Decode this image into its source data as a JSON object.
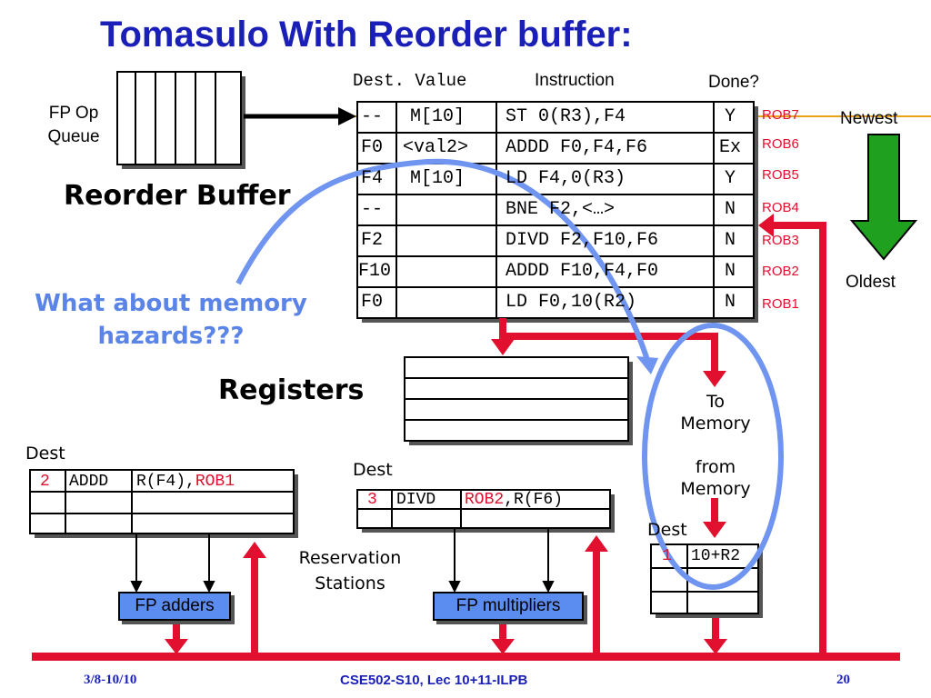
{
  "title": "Tomasulo With Reorder buffer:",
  "fp_op_queue": {
    "line1": "FP Op",
    "line2": "Queue"
  },
  "reorder_buffer_label": "Reorder Buffer",
  "rob_headers": {
    "dest_value": "Dest. Value",
    "instruction": "Instruction",
    "done": "Done?"
  },
  "rob_rows": [
    {
      "dest": "--",
      "value": "M[10]",
      "instr": "ST 0(R3),F4",
      "done": "Y",
      "tag": "ROB7"
    },
    {
      "dest": "F0",
      "value": "<val2>",
      "instr": "ADDD F0,F4,F6",
      "done": "Ex",
      "tag": "ROB6"
    },
    {
      "dest": "F4",
      "value": "M[10]",
      "instr": "LD F4,0(R3)",
      "done": "Y",
      "tag": "ROB5"
    },
    {
      "dest": "--",
      "value": "",
      "instr": "BNE F2,<…>",
      "done": "N",
      "tag": "ROB4"
    },
    {
      "dest": "F2",
      "value": "",
      "instr": "DIVD F2,F10,F6",
      "done": "N",
      "tag": "ROB3"
    },
    {
      "dest": "F10",
      "value": "",
      "instr": "ADDD F10,F4,F0",
      "done": "N",
      "tag": "ROB2"
    },
    {
      "dest": "F0",
      "value": "",
      "instr": "LD F0,10(R2)",
      "done": "N",
      "tag": "ROB1"
    }
  ],
  "newest_label": "Newest",
  "oldest_label": "Oldest",
  "memory_question": {
    "line1": "What about memory",
    "line2": "hazards???"
  },
  "registers_label": "Registers",
  "memory_text": {
    "to1": "To",
    "to2": "Memory",
    "from1": "from",
    "from2": "Memory"
  },
  "rs_adders": {
    "dest_label": "Dest",
    "tag": "2",
    "op": "ADDD",
    "src1": "R(F4),",
    "src2": "ROB1"
  },
  "rs_mult": {
    "dest_label": "Dest",
    "tag": "3",
    "op": "DIVD",
    "src1": "ROB2",
    "src2": ",R(F6)"
  },
  "rs_mem": {
    "dest_label": "Dest",
    "tag": "1",
    "op": "10+R2"
  },
  "reservation_stations": {
    "line1": "Reservation",
    "line2": "Stations"
  },
  "fp_adders": "FP adders",
  "fp_multipliers": "FP multipliers",
  "footer": {
    "date": "3/8-10/10",
    "course": "CSE502-S10, Lec 10+11-ILPB",
    "page": "20"
  },
  "colors": {
    "title": "#1a1fb8",
    "bus": "#e0102e",
    "unit_fill": "#5b8cf0",
    "annotation": "#5b84e8",
    "arrow_green": "#1fa01f"
  }
}
